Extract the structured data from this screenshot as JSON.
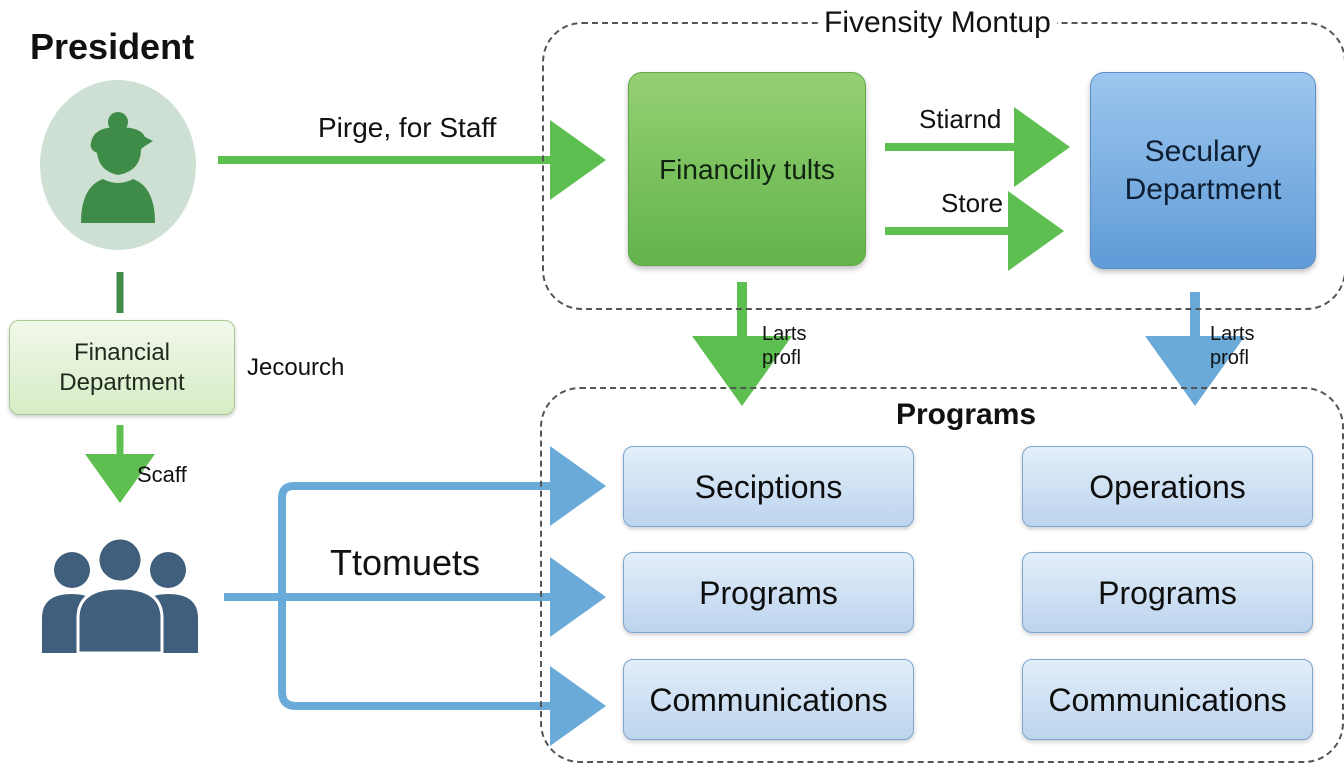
{
  "title": "President",
  "top_group": {
    "label": "Fivensity Montup",
    "financial_results": "Financiliy tults",
    "secretary_department": "Seculary Department",
    "arrow_upper_label": "Stiarnd",
    "arrow_lower_label": "Store"
  },
  "president_arrow_label": "Pirge, for Staff",
  "financial_department": {
    "label": "Financial Department",
    "side_label": "Jecourch"
  },
  "down_arrow_label": "Scaff",
  "staff_arrow_label": "Ttomuets",
  "left_drop_label": "Larts profl",
  "right_drop_label": "Larts profl",
  "programs_group": {
    "title": "Programs",
    "left_items": [
      "Seciptions",
      "Programs",
      "Communications"
    ],
    "right_items": [
      "Operations",
      "Programs",
      "Communications"
    ]
  },
  "colors": {
    "green_arrow": "#5cbf4f",
    "blue_arrow": "#6aaad9",
    "person_green": "#3e8c48",
    "people_blue": "#3f5f7c"
  }
}
